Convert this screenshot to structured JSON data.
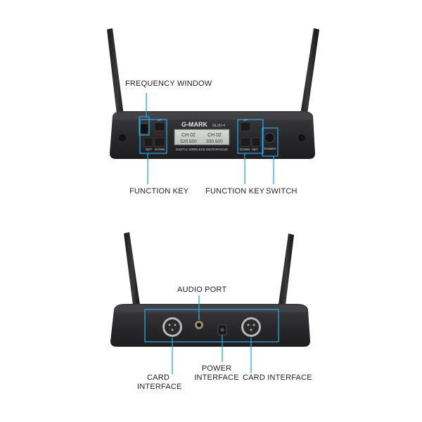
{
  "colors": {
    "callout": "#2aa3e0",
    "device_body": "#2b2b2d",
    "device_top": "#3a3a3c",
    "lcd": "#c9cfcc",
    "text": "#222222"
  },
  "front_unit": {
    "brand": "G-MARK",
    "model": "GLXD-4",
    "subtitle": "DIGITAL WIRELESS MICROPHONE",
    "lcd_line1_left": "CH 02",
    "lcd_line1_right": "CH 02",
    "lcd_line2_left": "520.500",
    "lcd_line2_right": "550.500",
    "left_up": "UP",
    "left_set": "SET",
    "left_down": "DOWN",
    "right_up": "UP",
    "right_down": "DOWN",
    "right_set": "SET",
    "power": "POWER",
    "labels": {
      "frequency_window": "FREQUENCY WINDOW",
      "function_key_left": "FUNCTION KEY",
      "function_key_right": "FUNCTION KEY",
      "switch": "SWITCH"
    }
  },
  "back_unit": {
    "labels": {
      "audio_port": "AUDIO PORT",
      "card_interface_left_1": "CARD",
      "card_interface_left_2": "INTERFACE",
      "power_interface_1": "POWER",
      "power_interface_2": "INTERFACE",
      "card_interface_right": "CARD INTERFACE"
    }
  }
}
